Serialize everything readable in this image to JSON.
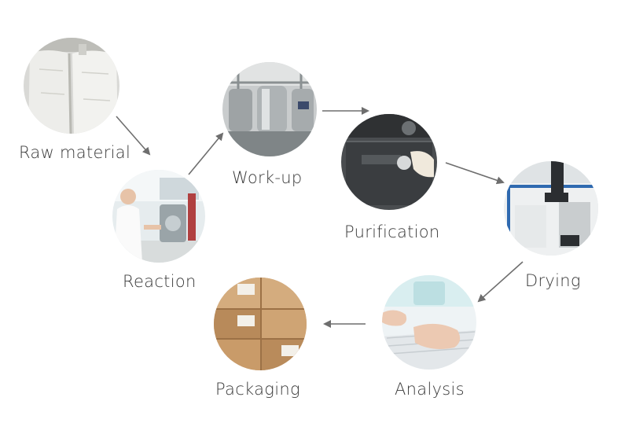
{
  "steps": [
    {
      "id": "raw-material",
      "label": "Raw material",
      "icon": "sacks-photo"
    },
    {
      "id": "reaction",
      "label": "Reaction",
      "icon": "lab-worker-photo"
    },
    {
      "id": "work-up",
      "label": "Work-up",
      "icon": "steel-tanks-photo"
    },
    {
      "id": "purification",
      "label": "Purification",
      "icon": "instrument-photo"
    },
    {
      "id": "drying",
      "label": "Drying",
      "icon": "dryer-photo"
    },
    {
      "id": "analysis",
      "label": "Analysis",
      "icon": "keyboard-hands-photo"
    },
    {
      "id": "packaging",
      "label": "Packaging",
      "icon": "cardboard-boxes-photo"
    }
  ],
  "colors": {
    "arrow": "#6e6e6e",
    "label": "#3a3a3a",
    "background": "#ffffff"
  }
}
